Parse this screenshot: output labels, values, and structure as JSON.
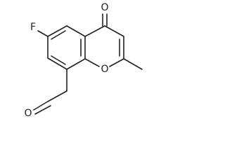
{
  "molecule": {
    "atoms": {
      "carbonyl_oxygen": "O",
      "fluorine": "F",
      "ring_oxygen": "O",
      "aldehyde_oxygen": "O"
    }
  },
  "colors": {
    "bond": "#222222",
    "label": "#222222",
    "background": "#ffffff"
  }
}
